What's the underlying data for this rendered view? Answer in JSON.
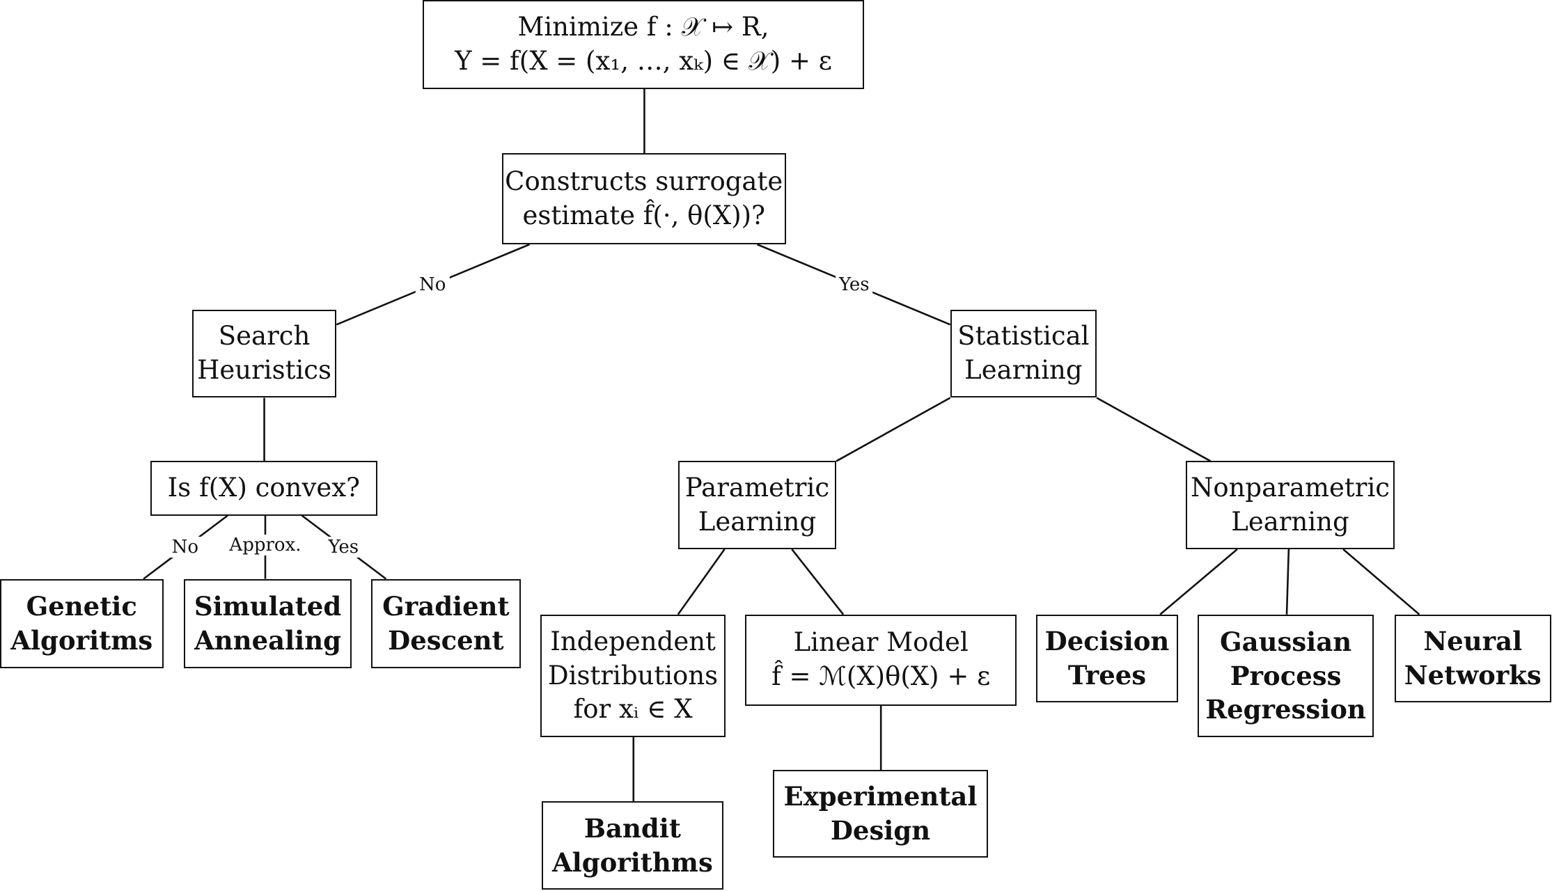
{
  "nodes": {
    "root": {
      "lines": [
        "Minimize f : 𝒳 ↦ R,",
        "Y = f(X = (x₁, …, xₖ) ∈ 𝒳) + ε"
      ]
    },
    "surrogate": {
      "lines": [
        "Constructs surrogate",
        "estimate f̂(·, θ(X))?"
      ]
    },
    "search": {
      "lines": [
        "Search",
        "Heuristics"
      ]
    },
    "statistical": {
      "lines": [
        "Statistical",
        "Learning"
      ]
    },
    "convex": {
      "lines": [
        "Is f(X) convex?"
      ]
    },
    "parametric": {
      "lines": [
        "Parametric",
        "Learning"
      ]
    },
    "nonparametric": {
      "lines": [
        "Nonparametric",
        "Learning"
      ]
    },
    "genetic": {
      "lines": [
        "Genetic",
        "Algoritms"
      ]
    },
    "annealing": {
      "lines": [
        "Simulated",
        "Annealing"
      ]
    },
    "gradient": {
      "lines": [
        "Gradient",
        "Descent"
      ]
    },
    "independent": {
      "lines": [
        "Independent",
        "Distributions",
        "for xᵢ ∈ X"
      ]
    },
    "linear": {
      "lines": [
        "Linear Model",
        "f̂ = ℳ(X)θ(X) + ε"
      ]
    },
    "decision": {
      "lines": [
        "Decision",
        "Trees"
      ]
    },
    "gaussian": {
      "lines": [
        "Gaussian",
        "Process",
        "Regression"
      ]
    },
    "neural": {
      "lines": [
        "Neural",
        "Networks"
      ]
    },
    "bandit": {
      "lines": [
        "Bandit",
        "Algorithms"
      ]
    },
    "experimental": {
      "lines": [
        "Experimental",
        "Design"
      ]
    }
  },
  "edge_labels": {
    "no_top": "No",
    "yes_top": "Yes",
    "no_convex": "No",
    "approx_convex": "Approx.",
    "yes_convex": "Yes"
  }
}
